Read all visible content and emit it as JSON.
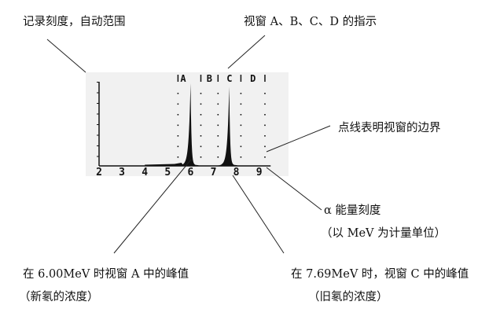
{
  "labels": {
    "record_scale": "记录刻度，自动范围",
    "window_indicator": "视窗 A、B、C、D 的指示",
    "dotted_boundary": "点线表明视窗的边界",
    "alpha_energy": "α 能量刻度",
    "alpha_unit": "（以 MeV 为计量单位）",
    "peak_a": "在 6.00MeV 时视窗 A  中的峰值",
    "peak_a_note": "（新氡的浓度）",
    "peak_c": "在 7.69MeV 时，视窗 C 中的峰值",
    "peak_c_note": "（旧氡的浓度）"
  },
  "chart_data": {
    "type": "line",
    "x_ticks": [
      "2",
      "3",
      "4",
      "5",
      "6",
      "7",
      "8",
      "9"
    ],
    "xlim": [
      2,
      9.5
    ],
    "window_labels": [
      "A",
      "B",
      "C",
      "D"
    ],
    "window_boundaries_mev": [
      5.45,
      6.45,
      7.2,
      8.2,
      9.25
    ],
    "peaks": [
      {
        "window": "A",
        "energy_mev": 6.0,
        "relative_height": 1.0
      },
      {
        "window": "C",
        "energy_mev": 7.69,
        "relative_height": 0.96
      }
    ],
    "colors": {
      "ink": "#111111",
      "paper": "#f2f2f2"
    }
  }
}
